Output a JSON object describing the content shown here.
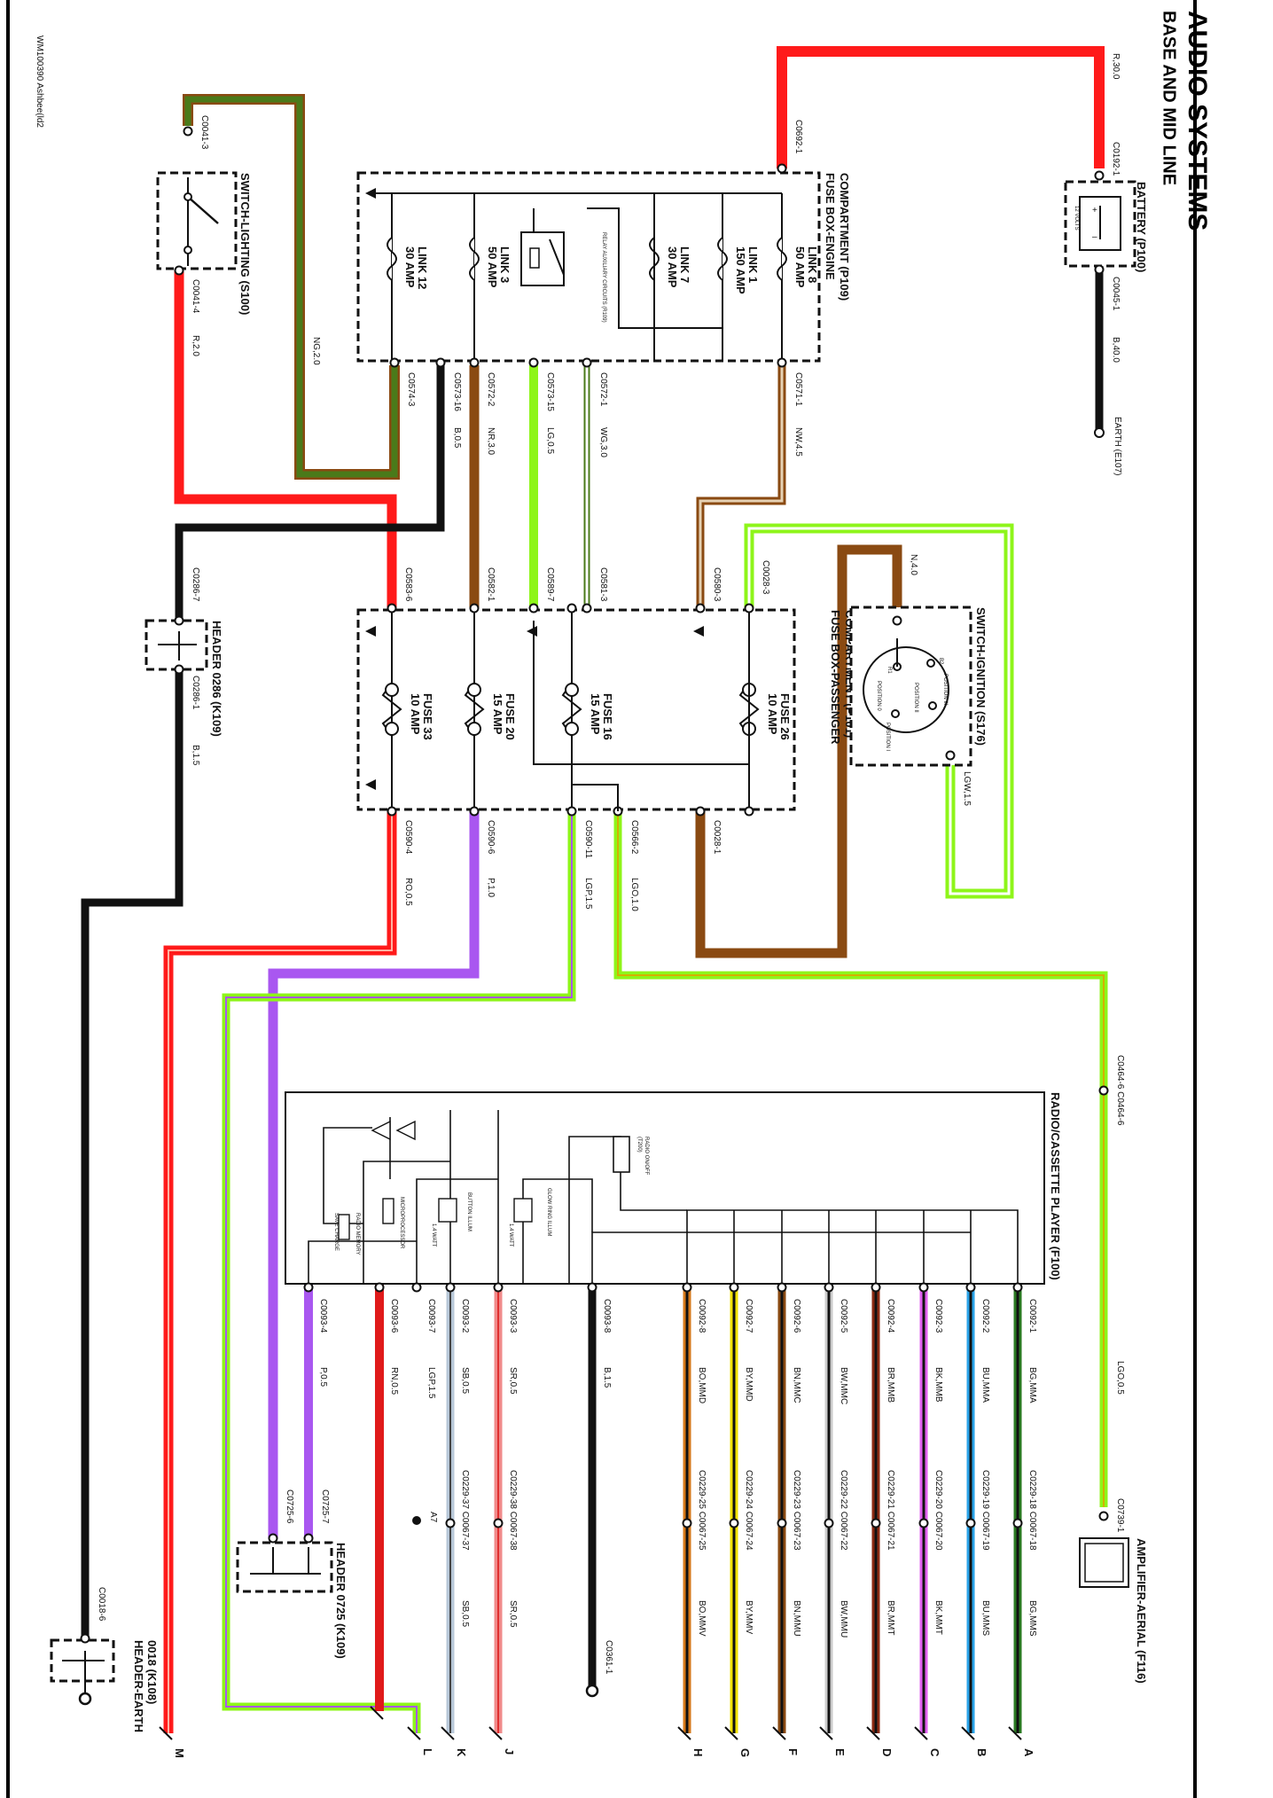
{
  "title": "AUDIO SYSTEMS",
  "subtitle": "BASE AND MID LINE",
  "ref": "WM100390 Ashbee(ld2",
  "components": {
    "battery": "BATTERY (P100)",
    "battery_volts": "12 VOLTS",
    "earth_e107": "EARTH (E107)",
    "fuse_engine_1": "FUSE BOX-ENGINE",
    "fuse_engine_2": "COMPARTMENT (P109)",
    "fuse_pass_1": "FUSE BOX-PASSENGER",
    "fuse_pass_2": "COMPARTMENT (P101)",
    "switch_lighting": "SWITCH-LIGHTING (S100)",
    "switch_ignition": "SWITCH-IGNITION (S176)",
    "header_0286": "HEADER 0286 (K109)",
    "header_0725": "HEADER 0725 (K109)",
    "header_earth_1": "HEADER-EARTH",
    "header_earth_2": "0018 (K108)",
    "radio": "RADIO/CASSETTE PLAYER (F100)",
    "amplifier": "AMPLIFIER-AERIAL (F116)",
    "relay_note": "RELAY AUXILIARY CIRCUITS (R109)"
  },
  "links": [
    {
      "name": "LINK 8",
      "rating": "50 AMP"
    },
    {
      "name": "LINK 1",
      "rating": "150 AMP"
    },
    {
      "name": "LINK 7",
      "rating": "30 AMP"
    },
    {
      "name": "LINK 3",
      "rating": "50 AMP"
    },
    {
      "name": "LINK 12",
      "rating": "30 AMP"
    }
  ],
  "fuses": [
    {
      "name": "FUSE 26",
      "rating": "10 AMP"
    },
    {
      "name": "FUSE 16",
      "rating": "15 AMP"
    },
    {
      "name": "FUSE 20",
      "rating": "15 AMP"
    },
    {
      "name": "FUSE 33",
      "rating": "10 AMP"
    }
  ],
  "radio_internal": {
    "radio_onoff": "RADIO ON/OFF",
    "radio_onoff_code": "(T200)",
    "glow": "GLOW RING ILLUM",
    "button": "BUTTON ILLUM",
    "button_watt": "1.4 WATT",
    "glow_watt": "1.4 WATT",
    "microproc": "MICROPROCESSOR",
    "memory": "RADIO MEMORY",
    "memory_sub": "SAVE CHARGE"
  },
  "wire_labels": {
    "r30": "R,30.0",
    "c0192": "C0192-1",
    "c0045": "C0045-1",
    "b40": "B,40.0",
    "c0692": "C0692-1",
    "c0571_1": "C0571-1",
    "nw45": "NW,4.5",
    "c0572_1": "C0572-1",
    "wg30": "WG,3.0",
    "c0573_15": "C0573-15",
    "lg05": "LG,0.5",
    "c0572_2": "C0572-2",
    "nr30": "NR,3.0",
    "c0573_16": "C0573-16",
    "b05": "B,0.5",
    "c0574_3": "C0574-3",
    "c0041_3": "C0041-3",
    "c0041_4": "C0041-4",
    "r20": "R,2.0",
    "ng20": "NG,2.0",
    "n40": "N,4.0",
    "c0580_3": "C0580-3",
    "c0581_3": "C0581-3",
    "c0589_7": "C0589-7",
    "c0582_1": "C0582-1",
    "c0583_6": "C0583-6",
    "c0028_3": "C0028-3",
    "c0286_7": "C0286-7",
    "c0286_1": "C0286-1",
    "b15": "B,1.5",
    "c0028_1": "C0028-1",
    "lgw15": "LGW,1.5",
    "c0590_4": "C0590-4",
    "ro05": "RO,0.5",
    "c0590_6": "C0590-6",
    "p10": "P,1.0",
    "c0590_11": "C0590-11",
    "lgp15": "LGP,1.5",
    "c0566_2": "C0566-2",
    "lgo10": "LGO,1.0",
    "c0464": "C0464-6 C0464-6",
    "lgo05": "LGO,0.5",
    "c0739": "C0739-1",
    "c0725_7": "C0725-7",
    "c0725_6": "C0725-6",
    "a7": "A7",
    "c0018_6": "C0018-6",
    "c0361": "C0361-1"
  },
  "radio_pins": [
    {
      "pin": "C0092-1",
      "wire": "BG,MMA",
      "conn": "C0229-18 C0067-18",
      "out": "BG,MMS",
      "letter": "A"
    },
    {
      "pin": "C0092-2",
      "wire": "BU,MMA",
      "conn": "C0229-19 C0067-19",
      "out": "BU,MMS",
      "letter": "B"
    },
    {
      "pin": "C0092-3",
      "wire": "BK,MMB",
      "conn": "C0229-20 C0067-20",
      "out": "BK,MMT",
      "letter": "C"
    },
    {
      "pin": "C0092-4",
      "wire": "BR,MMB",
      "conn": "C0229-21 C0067-21",
      "out": "BR,MMT",
      "letter": "D"
    },
    {
      "pin": "C0092-5",
      "wire": "BW,MMC",
      "conn": "C0229-22 C0067-22",
      "out": "BW,MMU",
      "letter": "E"
    },
    {
      "pin": "C0092-6",
      "wire": "BN,MMC",
      "conn": "C0229-23 C0067-23",
      "out": "BN,MMU",
      "letter": "F"
    },
    {
      "pin": "C0092-7",
      "wire": "BY,MMD",
      "conn": "C0229-24 C0067-24",
      "out": "BY,MMV",
      "letter": "G"
    },
    {
      "pin": "C0092-8",
      "wire": "BO,MMD",
      "conn": "C0229-25 C0067-25",
      "out": "BO,MMV",
      "letter": "H"
    },
    {
      "pin": "C0093-8",
      "wire": "B,1.5",
      "conn": "",
      "out": "",
      "letter": ""
    },
    {
      "pin": "C0093-3",
      "wire": "SR,0.5",
      "conn": "C0229-38 C0067-38",
      "out": "SR,0.5",
      "letter": "J"
    },
    {
      "pin": "C0093-2",
      "wire": "SB,0.5",
      "conn": "C0229-37 C0067-37",
      "out": "SB,0.5",
      "letter": "K"
    },
    {
      "pin": "C0093-7",
      "wire": "LGP,1.5",
      "conn": "",
      "out": "",
      "letter": "L"
    },
    {
      "pin": "C0093-6",
      "wire": "RN,0.5",
      "conn": "",
      "out": "",
      "letter": ""
    },
    {
      "pin": "C0093-4",
      "wire": "P,0.5",
      "conn": "",
      "out": "",
      "letter": "M"
    }
  ],
  "ignition_positions": [
    "POSITION I",
    "POSITION II",
    "POSITION III",
    "POSITION 0",
    "R1",
    "R2",
    "B2",
    "IG2"
  ],
  "colors": {
    "red": "#ff1a1a",
    "black": "#111111",
    "brown": "#8a4a12",
    "lgreen": "#8ef51a",
    "purple": "#a957f0",
    "olive": "#4a7a1a",
    "wire_tan": "#c9a07a"
  }
}
